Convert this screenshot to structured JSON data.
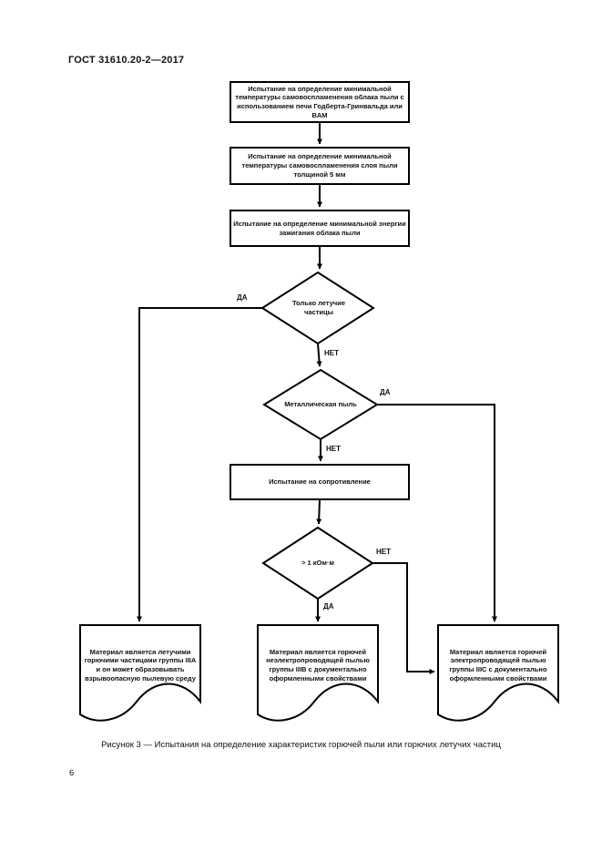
{
  "page": {
    "header": "ГОСТ 31610.20-2—2017",
    "caption": "Рисунок 3 — Испытания на определение характеристик горючей пыли или горючих летучих частиц",
    "page_number": "6"
  },
  "flowchart": {
    "boxes": {
      "box1": "Испытание на определение минимальной температуры самовоспламенения облака пыли с использованием печи Годберта-Гринвальда или BAM",
      "box2": "Испытание на определение минимальной температуры самовоспламенения слоя пыли толщиной 5 мм",
      "box3": "Испытание на определение минимальной энергии зажигания облака пыли",
      "box4": "Испытание на сопротивление"
    },
    "decisions": {
      "d1": "Только летучие частицы",
      "d2": "Металлическая пыль",
      "d3": "> 1 кОм·м"
    },
    "labels": {
      "yes": "ДА",
      "no": "НЕТ"
    },
    "documents": {
      "doc1": "Материал является летучими горючими частицами группы IIIA и он может образовывать взрывоопасную пылевую среду",
      "doc2": "Материал является горючей неэлектропроводящей пылью группы IIIB с документально оформленными свойствами",
      "doc3": "Материал является горючей электропроводящей пылью группы IIIC с документально оформленными свойствами"
    },
    "colors": {
      "stroke": "#000000",
      "fill": "#ffffff"
    }
  }
}
